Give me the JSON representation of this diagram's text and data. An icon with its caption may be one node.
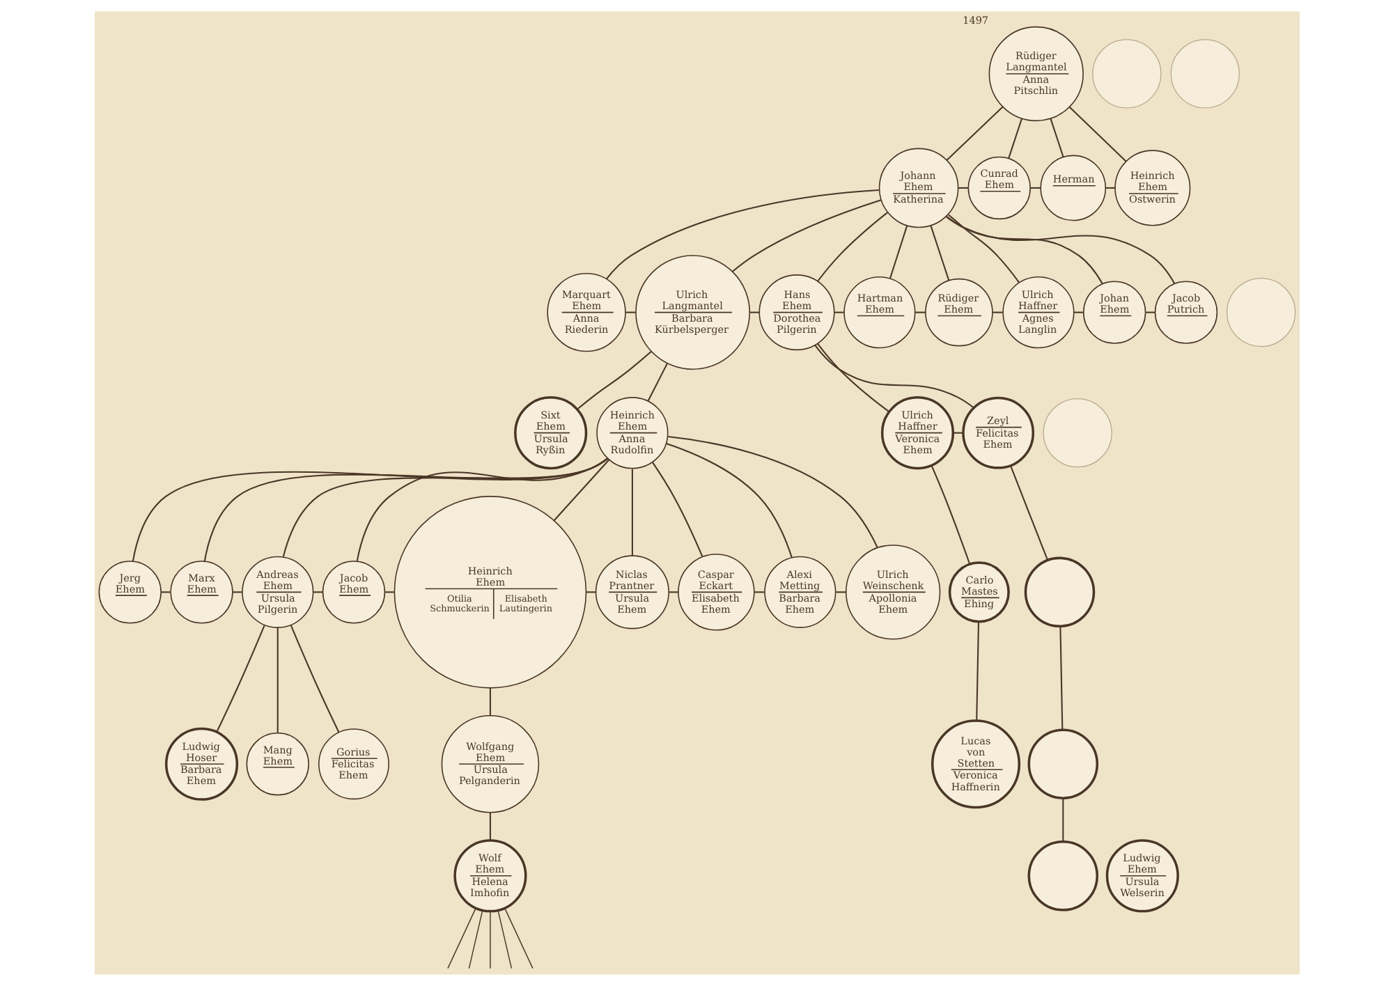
{
  "diagram": {
    "nodes": [
      {
        "text": [
          "Rüdiger Langmantel",
          "Anna Pitschlin"
        ],
        "beside": [
          "1497"
        ]
      },
      {
        "text": [
          "Johann Ehem",
          "Katherina"
        ]
      },
      {
        "text": [
          "Cunrad Ehem"
        ]
      },
      {
        "text": [
          "Herman"
        ]
      },
      {
        "text": [
          "Heinrich Ehem",
          "Ostwerin"
        ]
      },
      {
        "text": [
          "Marquart Ehem",
          "Anna Riederin"
        ]
      },
      {
        "text": [
          "Ulrich Langmantel",
          "Barbara Kürbelsperger"
        ]
      },
      {
        "text": [
          "Hans Ehem",
          "Dorothea Pilgerin"
        ]
      },
      {
        "text": [
          "Hartman Ehem"
        ]
      },
      {
        "text": [
          "Rüdiger Ehem"
        ]
      },
      {
        "text": [
          "Ulrich Haffner",
          "Agnes Langlin"
        ]
      },
      {
        "text": [
          "Johan Ehem"
        ]
      },
      {
        "text": [
          "Jacob Putrich"
        ]
      },
      {
        "text": [
          "Sixt Ehem",
          "Ursula Ryßin"
        ]
      },
      {
        "text": [
          "Heinrich Ehem",
          "Anna Rudolfin"
        ]
      },
      {
        "text": [
          "Ulrich Haffner",
          "Veronica Ehem"
        ]
      },
      {
        "text": [
          "Zeyl",
          "Felicitas Ehem"
        ]
      },
      {
        "text": [
          "Jerg Ehem"
        ]
      },
      {
        "text": [
          "Marx Ehem"
        ]
      },
      {
        "text": [
          "Andreas Ehem",
          "Ursula Pilgerin"
        ]
      },
      {
        "text": [
          "Jacob Ehem"
        ]
      },
      {
        "text": [
          "Heinrich Ehem",
          "Otilia Schmuckerin",
          "Elisabeth Lautingerin"
        ]
      },
      {
        "text": [
          "Niclas Prantner",
          "Ursula Ehem"
        ]
      },
      {
        "text": [
          "Caspar Eckart",
          "Elisabeth Ehem"
        ]
      },
      {
        "text": [
          "Alexi Metting",
          "Barbara Ehem"
        ]
      },
      {
        "text": [
          "Ulrich Weinschenk",
          "Apollonia Ehem"
        ]
      },
      {
        "text": [
          "Carlo Mastes",
          "Ehing"
        ]
      },
      {
        "text": [
          "Ludwig Hoser",
          "Barbara Ehem"
        ]
      },
      {
        "text": [
          "Mang Ehem"
        ]
      },
      {
        "text": [
          "Gorius",
          "Felicitas Ehem"
        ]
      },
      {
        "text": [
          "Wolfgang Ehem",
          "Ursula Pelganderin"
        ]
      },
      {
        "text": [
          "Lucas von Stetten",
          "Veronica Haffnerin"
        ]
      },
      {
        "text": [
          "Ludwig Ehem",
          "Ursula Welserin"
        ]
      },
      {
        "text": [
          "Wolf Ehem",
          "Helena Imhofin"
        ]
      },
      {
        "text": [],
        "shape": "circle"
      },
      {
        "text": [],
        "shape": "circle"
      },
      {
        "text": [],
        "shape": "circle"
      },
      {
        "text": [],
        "shape": "circle"
      },
      {
        "text": [],
        "shape": "circle"
      },
      {
        "text": [],
        "shape": "circle"
      },
      {
        "text": [],
        "shape": "circle"
      }
    ],
    "edges": [
      {
        "from": 0,
        "to": 1,
        "arrow": "none"
      },
      {
        "from": 0,
        "to": 2,
        "arrow": "none"
      },
      {
        "from": 0,
        "to": 3,
        "arrow": "none"
      },
      {
        "from": 0,
        "to": 4,
        "arrow": "none"
      },
      {
        "from": 1,
        "to": 2,
        "arrow": "none"
      },
      {
        "from": 2,
        "to": 3,
        "arrow": "none"
      },
      {
        "from": 3,
        "to": 4,
        "arrow": "none"
      },
      {
        "from": 1,
        "to": 5,
        "arrow": "none"
      },
      {
        "from": 1,
        "to": 6,
        "arrow": "none"
      },
      {
        "from": 1,
        "to": 7,
        "arrow": "none"
      },
      {
        "from": 1,
        "to": 8,
        "arrow": "none"
      },
      {
        "from": 1,
        "to": 9,
        "arrow": "none"
      },
      {
        "from": 1,
        "to": 10,
        "arrow": "none"
      },
      {
        "from": 1,
        "to": 11,
        "arrow": "none"
      },
      {
        "from": 1,
        "to": 12,
        "arrow": "none"
      },
      {
        "from": 5,
        "to": 6,
        "arrow": "none"
      },
      {
        "from": 6,
        "to": 7,
        "arrow": "none"
      },
      {
        "from": 7,
        "to": 8,
        "arrow": "none"
      },
      {
        "from": 8,
        "to": 9,
        "arrow": "none"
      },
      {
        "from": 9,
        "to": 10,
        "arrow": "none"
      },
      {
        "from": 10,
        "to": 11,
        "arrow": "none"
      },
      {
        "from": 11,
        "to": 12,
        "arrow": "none"
      },
      {
        "from": 6,
        "to": 13,
        "arrow": "none"
      },
      {
        "from": 6,
        "to": 14,
        "arrow": "none"
      },
      {
        "from": 7,
        "to": 15,
        "arrow": "none"
      },
      {
        "from": 7,
        "to": 16,
        "arrow": "none"
      },
      {
        "from": 15,
        "to": 16,
        "arrow": "none"
      },
      {
        "from": 16,
        "to": 34,
        "arrow": "none"
      },
      {
        "from": 34,
        "to": 35,
        "arrow": "none"
      },
      {
        "from": 35,
        "to": 36,
        "arrow": "none"
      },
      {
        "from": 14,
        "to": 17,
        "arrow": "none"
      },
      {
        "from": 14,
        "to": 18,
        "arrow": "none"
      },
      {
        "from": 14,
        "to": 19,
        "arrow": "none"
      },
      {
        "from": 14,
        "to": 20,
        "arrow": "none"
      },
      {
        "from": 14,
        "to": 21,
        "arrow": "none"
      },
      {
        "from": 14,
        "to": 22,
        "arrow": "none"
      },
      {
        "from": 14,
        "to": 23,
        "arrow": "none"
      },
      {
        "from": 14,
        "to": 24,
        "arrow": "none"
      },
      {
        "from": 14,
        "to": 25,
        "arrow": "none"
      },
      {
        "from": 17,
        "to": 18,
        "arrow": "none"
      },
      {
        "from": 18,
        "to": 19,
        "arrow": "none"
      },
      {
        "from": 19,
        "to": 20,
        "arrow": "none"
      },
      {
        "from": 20,
        "to": 21,
        "arrow": "none"
      },
      {
        "from": 21,
        "to": 22,
        "arrow": "none"
      },
      {
        "from": 22,
        "to": 23,
        "arrow": "none"
      },
      {
        "from": 23,
        "to": 24,
        "arrow": "none"
      },
      {
        "from": 24,
        "to": 25,
        "arrow": "none"
      },
      {
        "from": 15,
        "to": 26,
        "arrow": "none"
      },
      {
        "from": 26,
        "to": 31,
        "arrow": "none"
      },
      {
        "from": 19,
        "to": 27,
        "arrow": "none"
      },
      {
        "from": 19,
        "to": 28,
        "arrow": "none"
      },
      {
        "from": 19,
        "to": 29,
        "arrow": "none"
      },
      {
        "from": 21,
        "to": 30,
        "arrow": "none"
      },
      {
        "from": 30,
        "to": 33,
        "arrow": "none"
      },
      {
        "from": 33,
        "to": null,
        "arrow": "none"
      },
      {
        "from": 33,
        "to": null,
        "arrow": "none"
      },
      {
        "from": 33,
        "to": null,
        "arrow": "none"
      },
      {
        "from": 33,
        "to": null,
        "arrow": "none"
      },
      {
        "from": 33,
        "to": null,
        "arrow": "none"
      }
    ]
  }
}
